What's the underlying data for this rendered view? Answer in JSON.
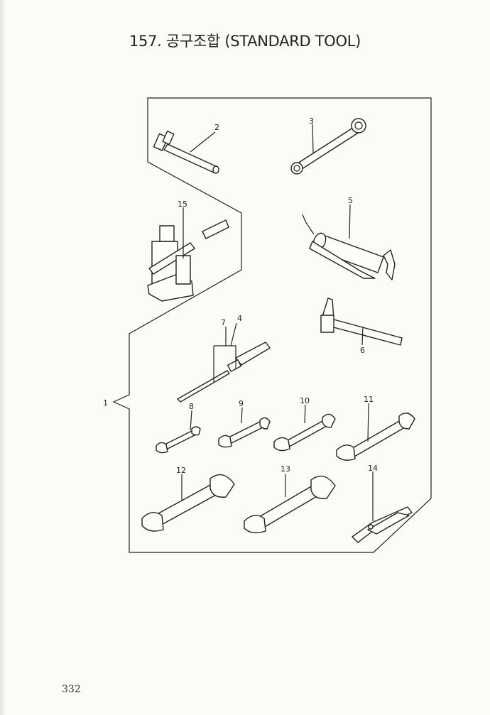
{
  "title": "157. 공구조합 (STANDARD TOOL)",
  "page_number": "332",
  "callouts": {
    "c1": "1",
    "c2": "2",
    "c3": "3",
    "c4": "4",
    "c5": "5",
    "c6": "6",
    "c7": "7",
    "c8": "8",
    "c9": "9",
    "c10": "10",
    "c11": "11",
    "c12": "12",
    "c13": "13",
    "c14": "14",
    "c15": "15"
  }
}
